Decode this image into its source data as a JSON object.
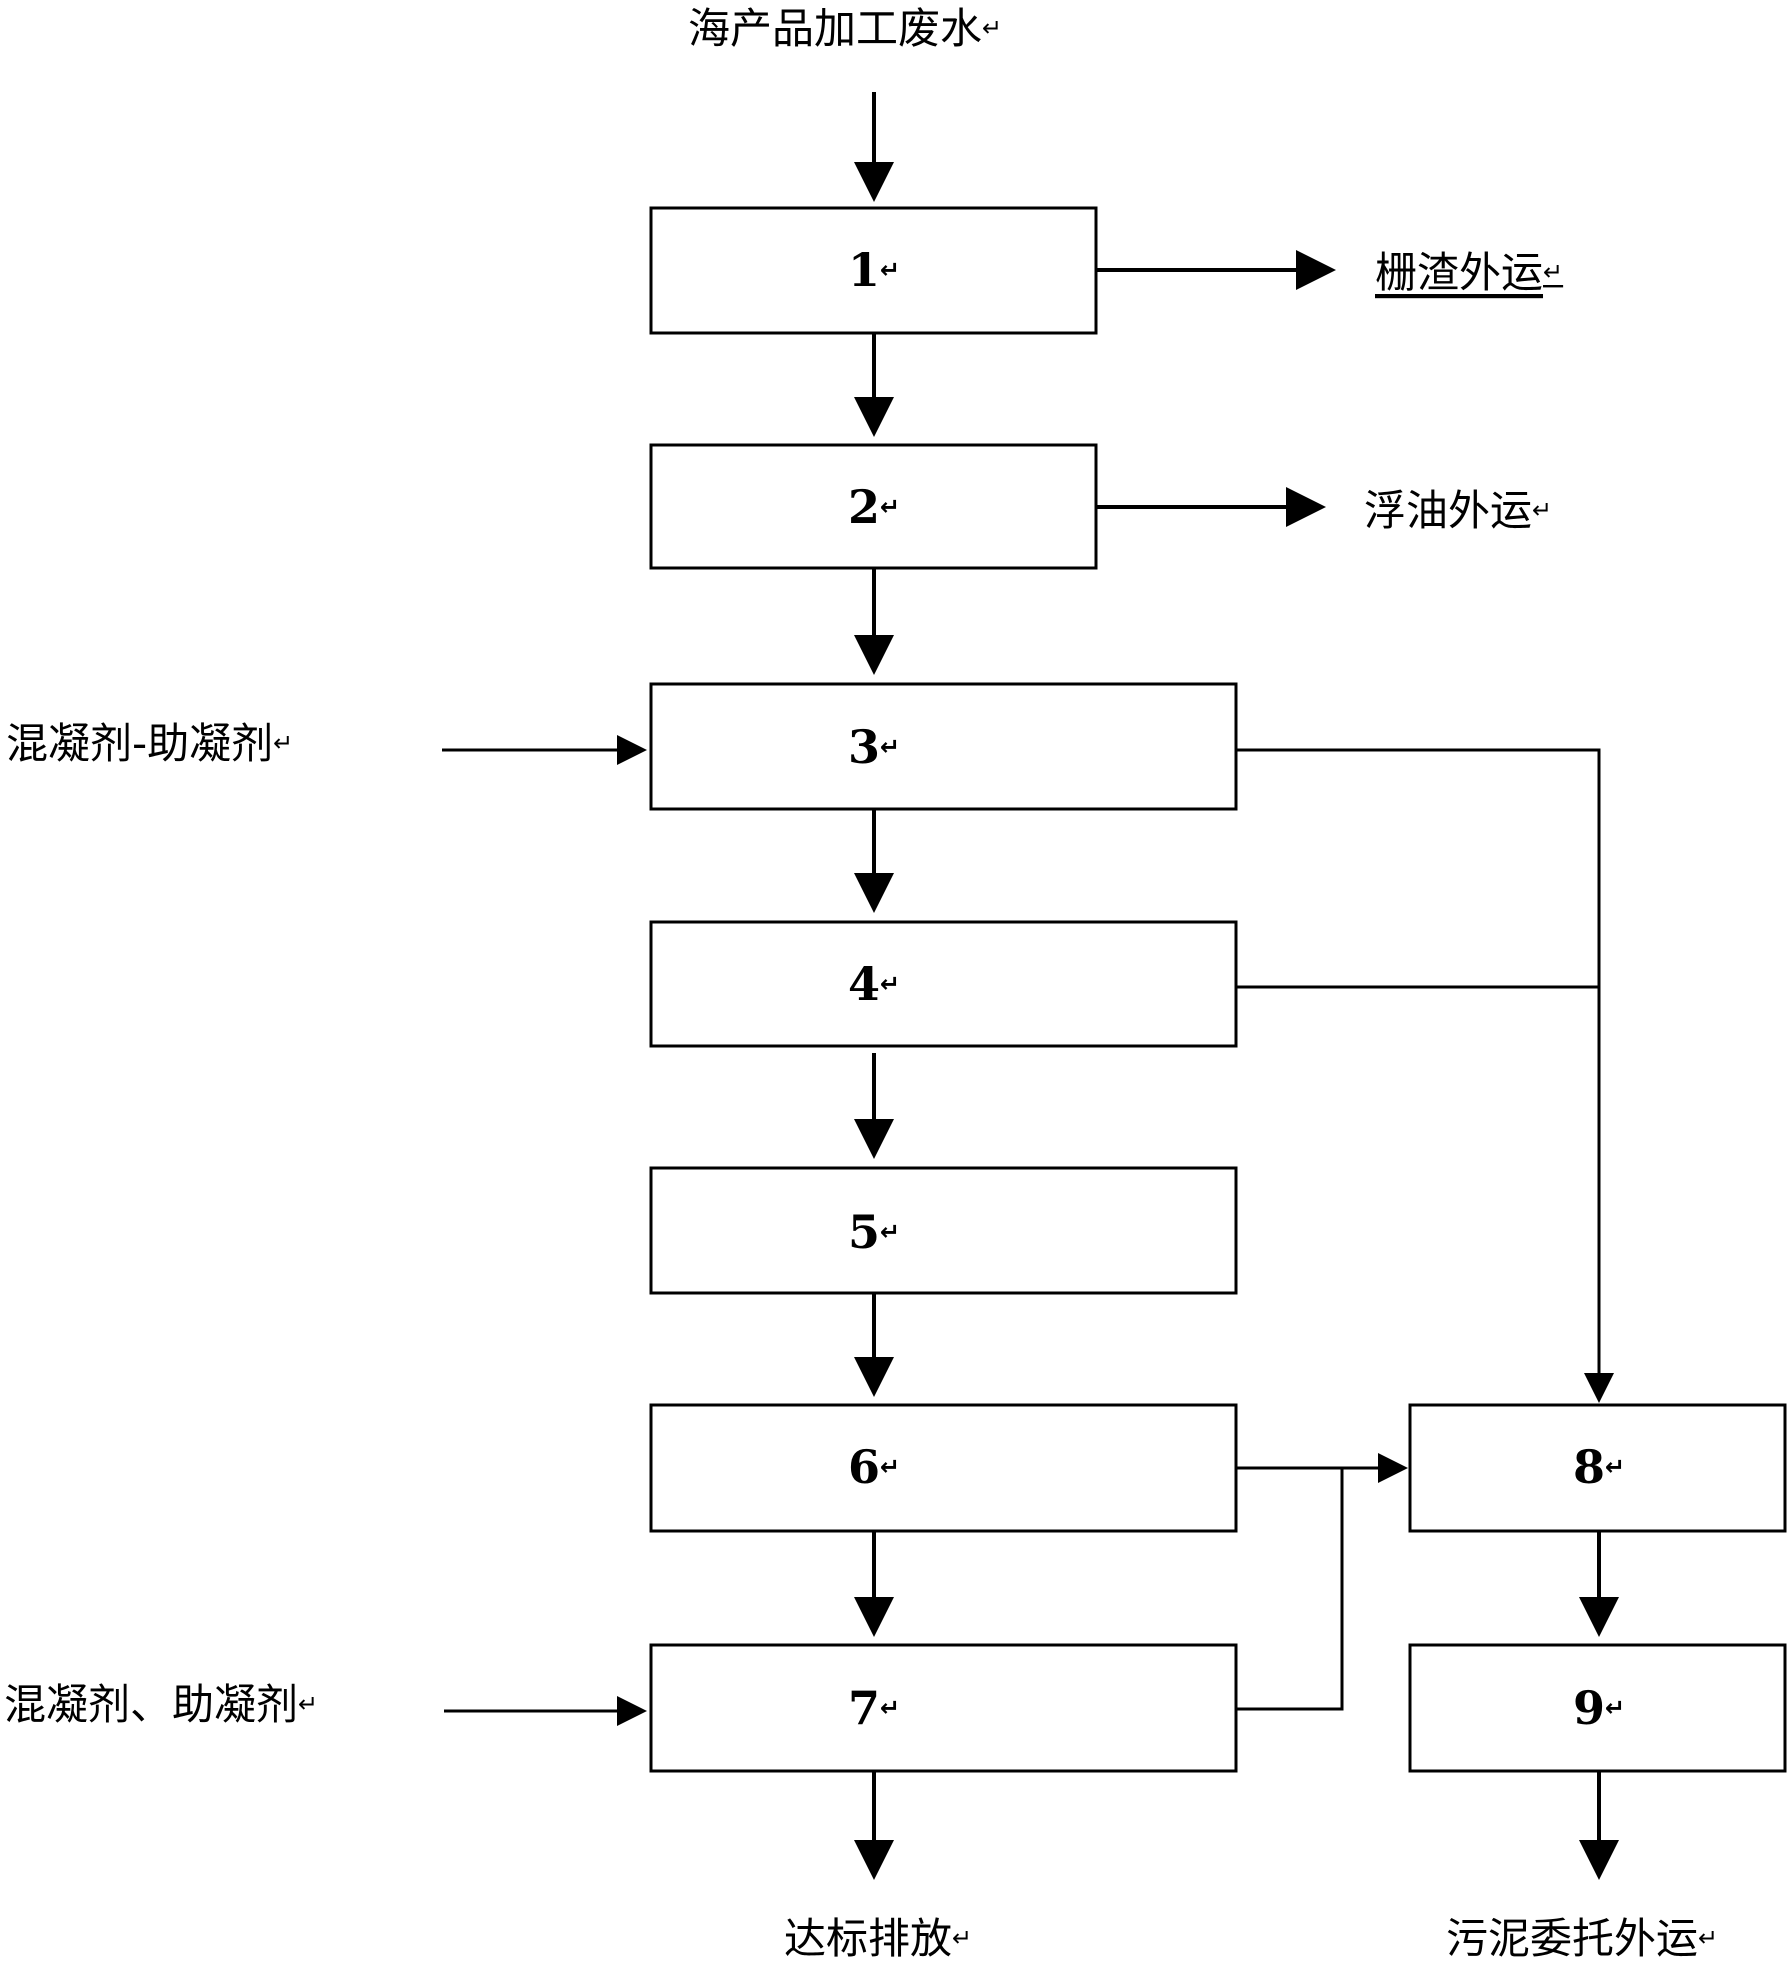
{
  "diagram": {
    "input_label": "海产品加工废水",
    "boxes": [
      "1",
      "2",
      "3",
      "4",
      "5",
      "6",
      "7",
      "8",
      "9"
    ],
    "side_outputs": {
      "screen_residue": "栅渣外运",
      "floating_oil": "浮油外运"
    },
    "dosing": {
      "first": "混凝剂-助凝剂",
      "second": "混凝剂、助凝剂"
    },
    "outputs": {
      "discharge": "达标排放",
      "sludge": "污泥委托外运"
    },
    "return_mark": "↵"
  }
}
